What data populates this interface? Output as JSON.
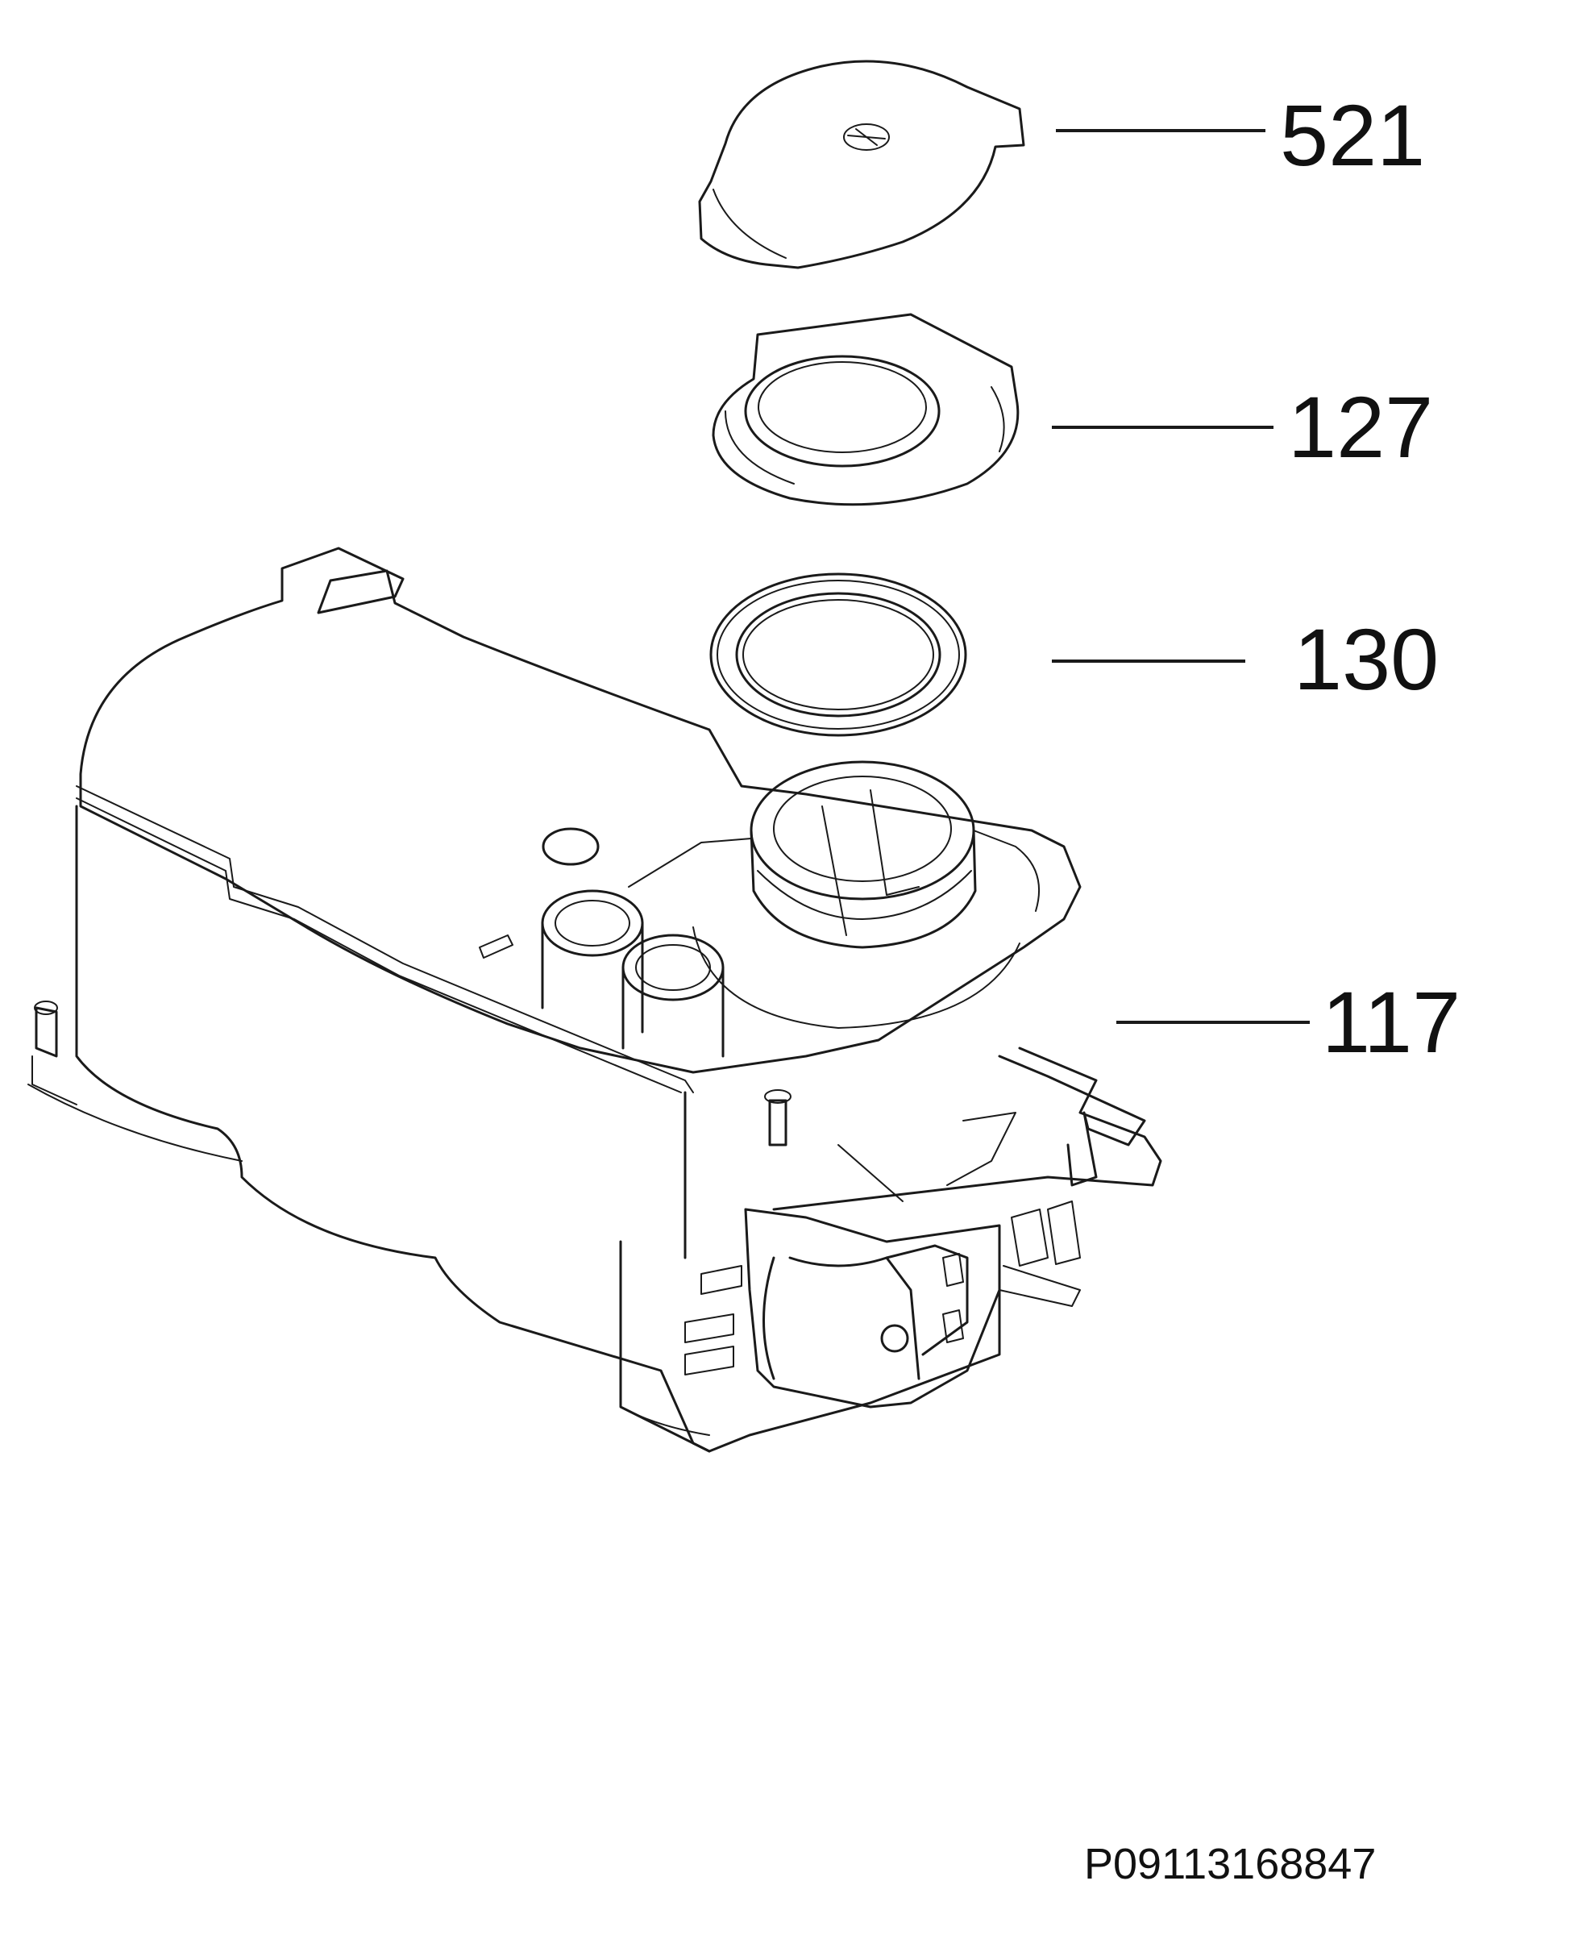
{
  "callouts": [
    {
      "label": "521",
      "part": "cap"
    },
    {
      "label": "127",
      "part": "ring-nut"
    },
    {
      "label": "130",
      "part": "gasket"
    },
    {
      "label": "117",
      "part": "container"
    }
  ],
  "reference_code": "P09113168847",
  "colors": {
    "line": "#1a1a1a",
    "background": "#ffffff"
  }
}
